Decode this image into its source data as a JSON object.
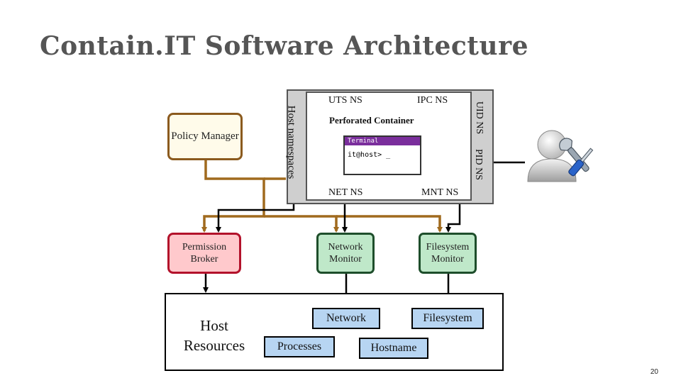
{
  "slide": {
    "title": "Contain.IT Software Architecture",
    "page_number": "20"
  },
  "namespaces": {
    "host_namespaces": "Host namespaces",
    "uts": "UTS NS",
    "ipc": "IPC NS",
    "uid": "UID NS",
    "pid": "PID NS",
    "net": "NET NS",
    "mnt": "MNT NS",
    "container_title": "Perforated Container"
  },
  "terminal": {
    "title": "Terminal",
    "prompt": "it@host> _"
  },
  "components": {
    "policy_manager": "Policy Manager",
    "permission_broker": "Permission Broker",
    "network_monitor": "Network Monitor",
    "filesystem_monitor": "Filesystem Monitor"
  },
  "host": {
    "label": "Host Resources",
    "network": "Network",
    "filesystem": "Filesystem",
    "processes": "Processes",
    "hostname": "Hostname"
  },
  "colors": {
    "policy_border": "#8B5A1E",
    "broker_border": "#B3122B",
    "broker_fill": "#FFC9CC",
    "monitor_border": "#1E4E2B",
    "monitor_fill": "#BFE8C9",
    "resource_fill": "#B7D5F2",
    "connector_brown": "#A06A1E",
    "terminal_bar": "#7A2E9C"
  },
  "icons": {
    "admin": "admin-user-wrench-icon"
  }
}
